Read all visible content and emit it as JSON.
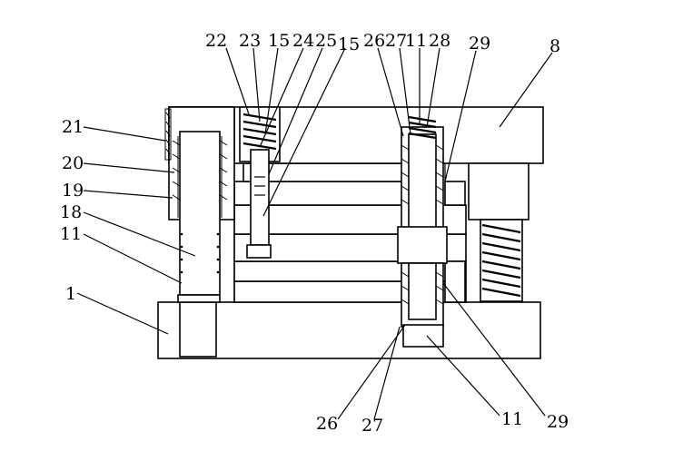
{
  "figure": {
    "labels": {
      "l22": "22",
      "l23": "23",
      "l15a": "15",
      "l24": "24",
      "l25": "25",
      "l15b": "15",
      "l26a": "26",
      "l27a": "27",
      "l11a": "11",
      "l28": "28",
      "l29a": "29",
      "l8": "8",
      "l21": "21",
      "l20": "20",
      "l19": "19",
      "l18": "18",
      "l11b": "11",
      "l1": "1",
      "l26b": "26",
      "l27b": "27",
      "l11c": "11",
      "l29b": "29"
    }
  }
}
